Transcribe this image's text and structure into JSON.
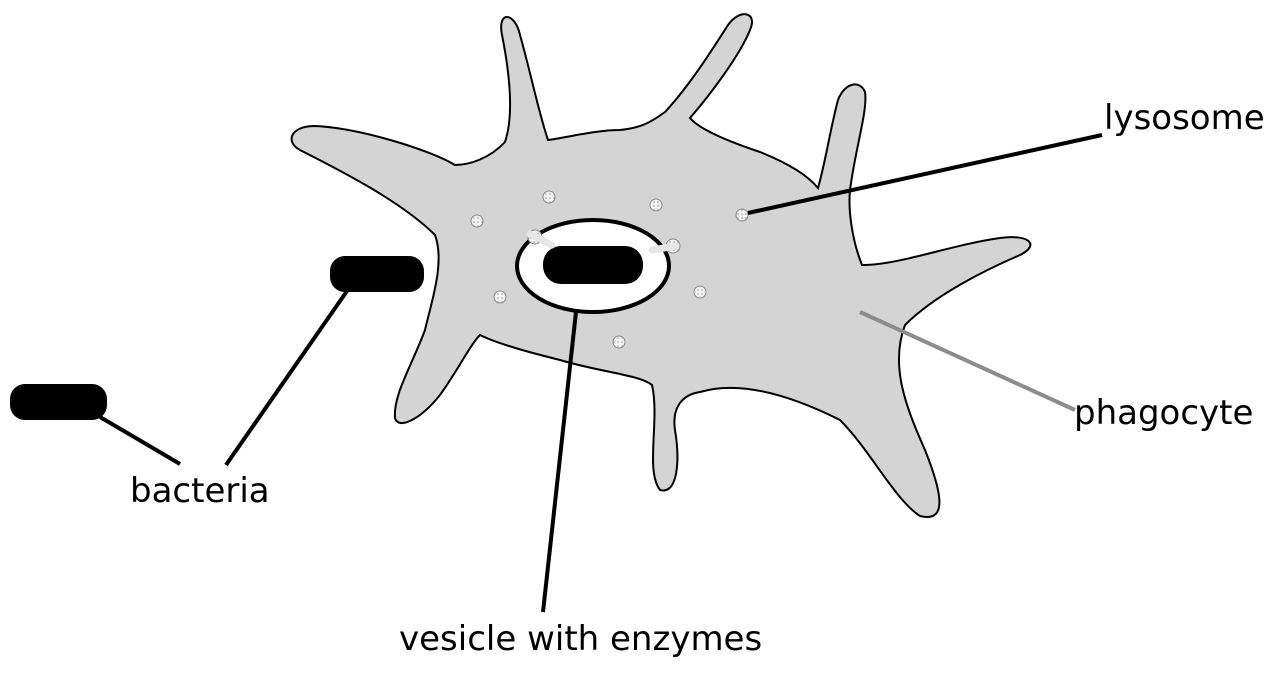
{
  "labels": {
    "lysosome": "lysosome",
    "phagocyte": "phagocyte",
    "bacteria": "bacteria",
    "vesicle": "vesicle with enzymes"
  },
  "colors": {
    "cell_fill": "#d4d4d4",
    "cell_outline": "#000000",
    "bacteria": "#000000",
    "vesicle_fill": "#ffffff",
    "lysosome_fill": "#f2f2f2",
    "leader_black": "#000000",
    "leader_gray": "#8c8c8c"
  }
}
